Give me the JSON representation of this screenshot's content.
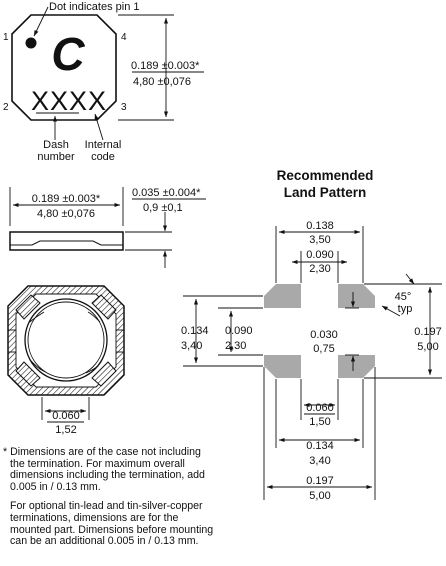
{
  "callouts": {
    "pin1": "Dot indicates pin 1",
    "dash_number": [
      "Dash",
      "number"
    ],
    "internal_code": [
      "Internal",
      "code"
    ]
  },
  "part_marking": {
    "logo": "C",
    "code": "XXXX",
    "pins": [
      "1",
      "2",
      "3",
      "4"
    ]
  },
  "top_view": {
    "height_in": "0.189 ±0.003*",
    "height_mm": "4,80 ±0,076"
  },
  "side_view": {
    "width_in": "0.189 ±0.003*",
    "width_mm": "4,80 ±0,076",
    "thickness_in": "0.035 ±0.004*",
    "thickness_mm": "0,9 ±0,1"
  },
  "bottom_view": {
    "pad_in": "0.060",
    "pad_mm": "1,52"
  },
  "land_pattern": {
    "title": [
      "Recommended",
      "Land Pattern"
    ],
    "top_outer_in": "0.138",
    "top_outer_mm": "3,50",
    "top_inner_in": "0.090",
    "top_inner_mm": "2,30",
    "left_outer_in": "0.134",
    "left_outer_mm": "3,40",
    "left_inner_in": "0.090",
    "left_inner_mm": "2,30",
    "gap_in": "0.030",
    "gap_mm": "0,75",
    "right_in": "0.197",
    "right_mm": "5,00",
    "angle": [
      "45°",
      "typ"
    ],
    "bottom_pad_in": "0.060",
    "bottom_pad_mm": "1,50",
    "bottom_mid_in": "0.134",
    "bottom_mid_mm": "3,40",
    "bottom_outer_in": "0.197",
    "bottom_outer_mm": "5,00"
  },
  "notes": {
    "note1": [
      "* Dimensions are of the case not including",
      "the termination. For maximum overall",
      "dimensions including the termination, add",
      "0.005 in / 0.13 mm."
    ],
    "note2": [
      "For optional tin-lead and tin-silver-copper",
      "terminations, dimensions are for the",
      "mounted part. Dimensions before mounting",
      "can be an additional 0.005 in / 0.13 mm."
    ]
  }
}
